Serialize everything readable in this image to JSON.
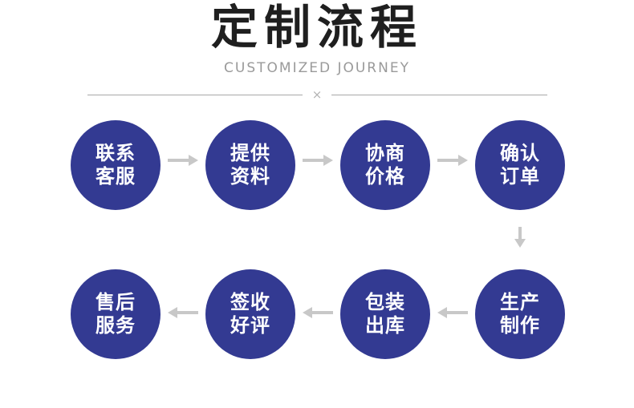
{
  "header": {
    "title": "定制流程",
    "subtitle": "CUSTOMIZED JOURNEY",
    "divider_symbol": "×"
  },
  "colors": {
    "title": "#1f1f1f",
    "subtitle": "#9a9a9a",
    "divider": "#a8a8a8",
    "divider-x": "#b3b3b3",
    "circle": "#333a92",
    "arrow": "#c8c8c8"
  },
  "flow": {
    "steps": [
      {
        "step": 1,
        "label": "联系客服",
        "line1": "联系",
        "line2": "客服"
      },
      {
        "step": 2,
        "label": "提供资料",
        "line1": "提供",
        "line2": "资料"
      },
      {
        "step": 3,
        "label": "协商价格",
        "line1": "协商",
        "line2": "价格"
      },
      {
        "step": 4,
        "label": "确认订单",
        "line1": "确认",
        "line2": "订单"
      },
      {
        "step": 5,
        "label": "生产制作",
        "line1": "生产",
        "line2": "制作"
      },
      {
        "step": 6,
        "label": "包装出库",
        "line1": "包装",
        "line2": "出库"
      },
      {
        "step": 7,
        "label": "签收好评",
        "line1": "签收",
        "line2": "好评"
      },
      {
        "step": 8,
        "label": "售后服务",
        "line1": "售后",
        "line2": "服务"
      }
    ]
  }
}
